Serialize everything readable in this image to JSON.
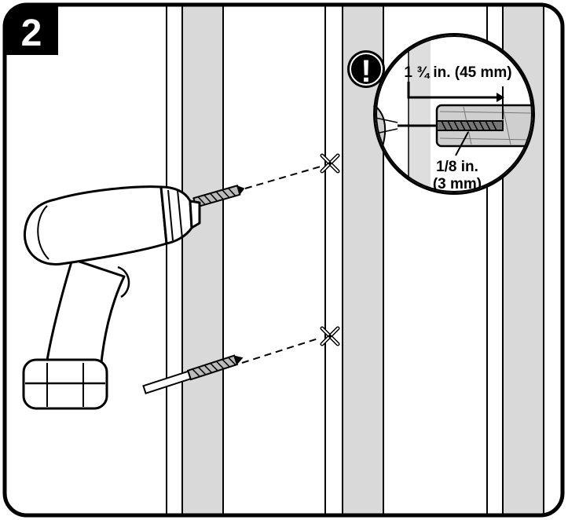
{
  "step": {
    "number": "2"
  },
  "callout": {
    "warning_symbol": "!",
    "depth_label": "1 ¾ in. (45 mm)",
    "diameter_label_line1": "1/8 in.",
    "diameter_label_line2": "(3 mm)"
  },
  "icons": {
    "warning": "warning-icon",
    "drill": "cordless-drill-icon",
    "drill_bit": "drill-bit-icon",
    "hole_mark": "x-mark-icon"
  },
  "colors": {
    "ink": "#000000",
    "wall_gray": "#d9d9d9",
    "callout_gray": "#cfcfcf",
    "paper": "#ffffff"
  }
}
